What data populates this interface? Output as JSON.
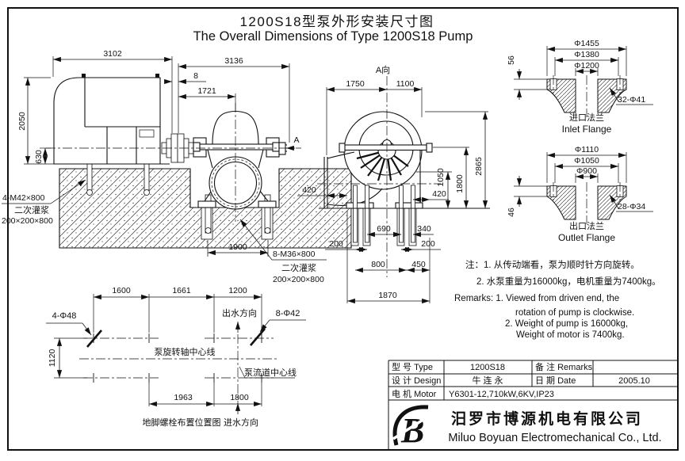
{
  "title": {
    "zh": "1200S18型泵外形安装尺寸图",
    "en": "The Overall Dimensions of Type 1200S18 Pump"
  },
  "side_view": {
    "dim_3102": "3102",
    "dim_3136": "3136",
    "dim_8": "8",
    "dim_1721": "1721",
    "dim_2050": "2050",
    "dim_630": "630",
    "dim_1900": "1900",
    "motor_bolts": "4-M42×800",
    "motor_grout": "二次灌浆",
    "motor_grout_size": "200×200×800",
    "pump_bolts": "8-M36×800",
    "pump_grout": "二次灌浆",
    "pump_grout_size": "200×200×800",
    "view_mark": "A"
  },
  "a_view": {
    "label": "A向",
    "dim_1750": "1750",
    "dim_1100": "1100",
    "dim_420_left": "420",
    "dim_420_right": "420",
    "dim_1050": "1050",
    "dim_1800": "1800",
    "dim_2865": "2865",
    "dim_690": "690",
    "dim_340": "340",
    "dim_200_left": "200",
    "dim_200_right": "200",
    "dim_800": "800",
    "dim_450": "450",
    "dim_1870": "1870"
  },
  "inlet_flange": {
    "dim_od": "Φ1455",
    "dim_bc": "Φ1380",
    "dim_bore": "Φ1200",
    "dim_thk": "56",
    "holes": "32-Φ41",
    "name_zh": "进口法兰",
    "name_en": "Inlet Flange"
  },
  "outlet_flange": {
    "dim_od": "Φ1110",
    "dim_bc": "Φ1050",
    "dim_bore": "Φ900",
    "dim_thk": "46",
    "holes": "28-Φ34",
    "name_zh": "出口法兰",
    "name_en": "Outlet Flange"
  },
  "foundation_plan": {
    "dim_1600": "1600",
    "dim_1661": "1661",
    "dim_1200": "1200",
    "dim_1120": "1120",
    "dim_1963": "1963",
    "dim_1800": "1800",
    "bolts_left": "4-Φ48",
    "bolts_right": "8-Φ42",
    "outlet_direction": "出水方向",
    "inlet_direction": "进水方向",
    "shaft_centerline": "泵旋转轴中心线",
    "flow_centerline": "泵流道中心线",
    "caption": "地脚螺栓布置位置图"
  },
  "notes": {
    "zh_line1": "注：1. 从传动端看，泵为顺时针方向旋转。",
    "zh_line2": "2. 水泵重量为16000kg，电机重量为7400kg。",
    "en_line1": "Remarks: 1. Viewed from driven end, the",
    "en_line2": "rotation of pump is  clockwise.",
    "en_line3": "2. Weight of pump is 16000kg,",
    "en_line4": "Weight of motor is 7400kg."
  },
  "title_block": {
    "type_label": "型 号 Type",
    "type_value": "1200S18",
    "remarks_label": "备 注 Remarks",
    "remarks_value": "",
    "design_label": "设 计 Design",
    "design_value": "牛 连 永",
    "date_label": "日 期 Date",
    "date_value": "2005.10",
    "motor_label": "电 机 Motor",
    "motor_value": "Y6301-12,710kW,6KV,IP23"
  },
  "company": {
    "zh": "汨罗市博源机电有限公司",
    "en": "Miluo Boyuan Electromechanical Co., Ltd."
  }
}
